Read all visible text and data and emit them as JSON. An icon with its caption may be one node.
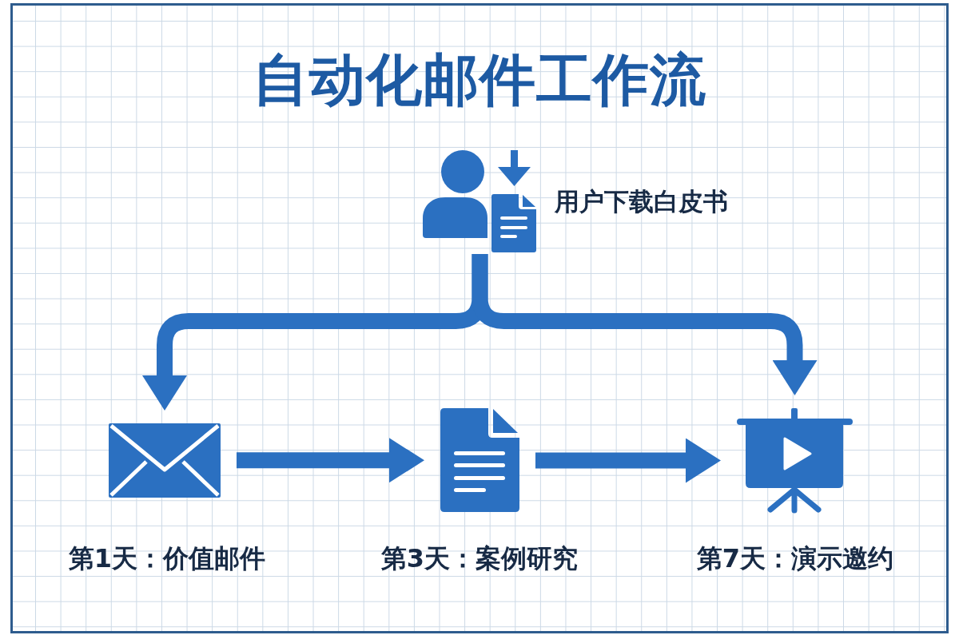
{
  "diagram": {
    "title": "自动化邮件工作流",
    "nodes": [
      {
        "text": [],
        "shape": "picture",
        "beside": [
          "用户下载白皮书"
        ]
      },
      {
        "text": [],
        "shape": "picture",
        "beside": [
          "第1天：价值邮件"
        ]
      },
      {
        "text": [],
        "shape": "picture",
        "beside": [
          "第3天：案例研究"
        ]
      },
      {
        "text": [],
        "shape": "picture",
        "beside": [
          "第7天：演示邀约"
        ]
      }
    ],
    "edges": [
      {
        "from": 0,
        "to": 1,
        "arrow": "to"
      },
      {
        "from": 0,
        "to": 3,
        "arrow": "to"
      },
      {
        "from": 1,
        "to": 2,
        "arrow": "to"
      },
      {
        "from": 2,
        "to": 3,
        "arrow": "to"
      }
    ]
  }
}
